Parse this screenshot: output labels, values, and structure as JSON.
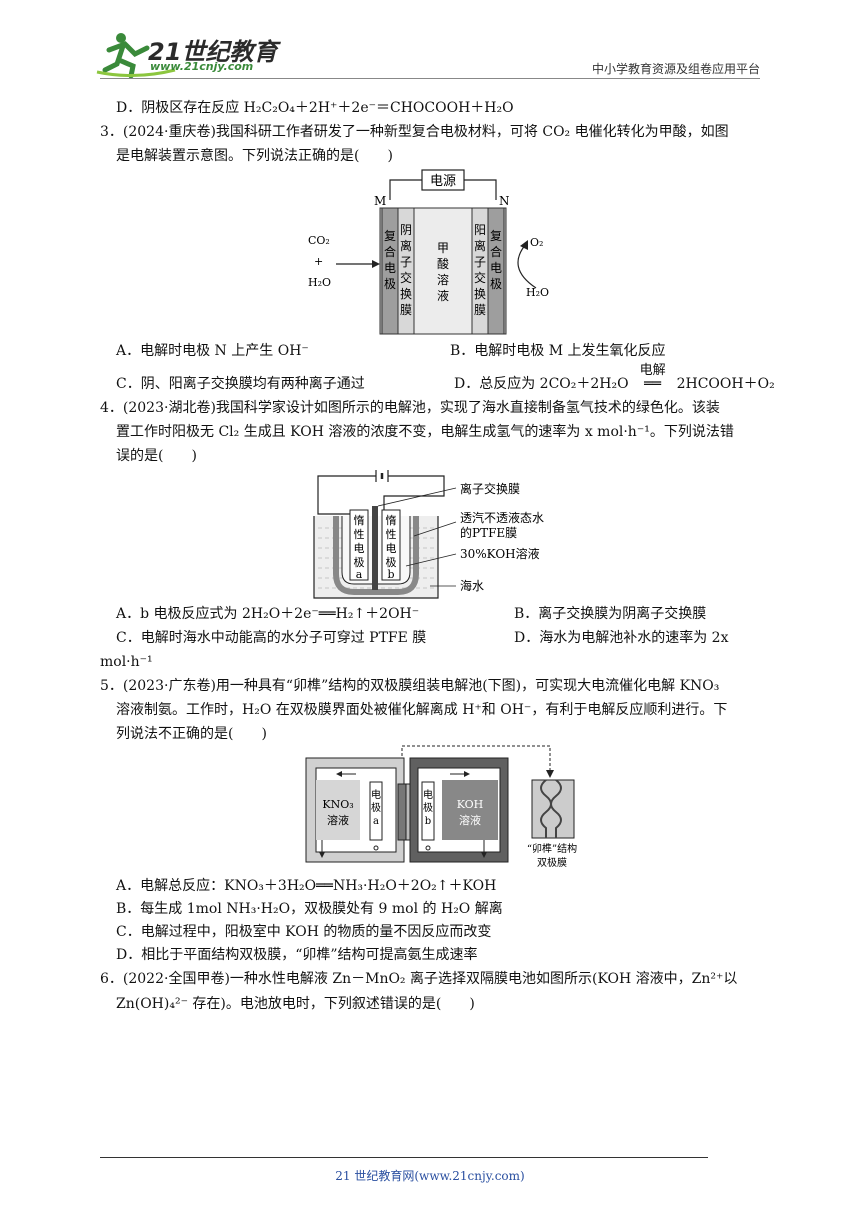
{
  "header": {
    "logo_main": "21世纪教育",
    "logo_url": "www.21cnjy.com",
    "right": "中小学教育资源及组卷应用平台"
  },
  "footer": {
    "text": "21 世纪教育网(www.21cnjy.com)"
  },
  "q2_option_d": "D．阴极区存在反应 H₂C₂O₄＋2H⁺＋2e⁻＝CHOCOOH＋H₂O",
  "q3": {
    "stem1": "3．(2024·重庆卷)我国科研工作者研发了一种新型复合电极材料，可将 CO₂ 电催化转化为甲酸，如图",
    "stem2": "是电解装置示意图。下列说法正确的是(　　)",
    "fig": {
      "power": "电源",
      "m": "M",
      "n": "N",
      "left_electrode": "复合电极",
      "left_membrane": "阴离子交换膜",
      "center": "甲酸溶液",
      "right_membrane": "阳离子交换膜",
      "right_electrode": "复合电极",
      "in_co2": "CO₂",
      "in_plus": "+",
      "in_h2o": "H₂O",
      "out_o2": "O₂",
      "out_h2o": "H₂O"
    },
    "optA": "A．电解时电极 N 上产生 OH⁻",
    "optB": "B．电解时电极 M 上发生氧化反应",
    "optC": "C．阴、阳离子交换膜均有两种离子通过",
    "optD_pre": "D．总反应为 2CO₂＋2H₂O",
    "optD_cond": "电解",
    "optD_post": "2HCOOH＋O₂"
  },
  "q4": {
    "stem1": "4．(2023·湖北卷)我国科学家设计如图所示的电解池，实现了海水直接制备氢气技术的绿色化。该装",
    "stem2": "置工作时阳极无 Cl₂ 生成且 KOH 溶液的浓度不变，电解生成氢气的速率为 x mol·h⁻¹。下列说法错",
    "stem3": "误的是(　　)",
    "fig": {
      "electrode_a": "惰性电极a",
      "electrode_b": "惰性电极b",
      "label1": "离子交换膜",
      "label2a": "透汽不透液态水",
      "label2b": "的PTFE膜",
      "label3": "30%KOH溶液",
      "label4": "海水"
    },
    "optA": "A．b 电极反应式为 2H₂O＋2e⁻══H₂↑＋2OH⁻",
    "optB": "B．离子交换膜为阴离子交换膜",
    "optC": "C．电解时海水中动能高的水分子可穿过 PTFE 膜",
    "optD1": "D．海水为电解池补水的速率为 2x",
    "optD2": "mol·h⁻¹"
  },
  "q5": {
    "stem1": "5．(2023·广东卷)用一种具有“卯榫”结构的双极膜组装电解池(下图)，可实现大电流催化电解 KNO₃",
    "stem2": "溶液制氨。工作时，H₂O 在双极膜界面处被催化解离成 H⁺和 OH⁻，有利于电解反应顺利进行。下",
    "stem3": "列说法不正确的是(　　)",
    "fig": {
      "kno3a": "KNO₃",
      "kno3b": "溶液",
      "ea": "电极a",
      "eb": "电极b",
      "koha": "KOH",
      "kohb": "溶液",
      "mem1": "“卯榫”结构",
      "mem2": "双极膜"
    },
    "optA": "A．电解总反应：KNO₃＋3H₂O══NH₃·H₂O＋2O₂↑＋KOH",
    "optB": "B．每生成 1mol NH₃·H₂O，双极膜处有 9 mol 的 H₂O 解离",
    "optC": "C．电解过程中，阳极室中 KOH 的物质的量不因反应而改变",
    "optD": "D．相比于平面结构双极膜，“卯榫”结构可提高氨生成速率"
  },
  "q6": {
    "stem1": "6．(2022·全国甲卷)一种水性电解液 Zn－MnO₂ 离子选择双隔膜电池如图所示(KOH 溶液中，Zn²⁺以",
    "stem2": "Zn(OH)₄²⁻ 存在)。电池放电时，下列叙述错误的是(　　)"
  }
}
